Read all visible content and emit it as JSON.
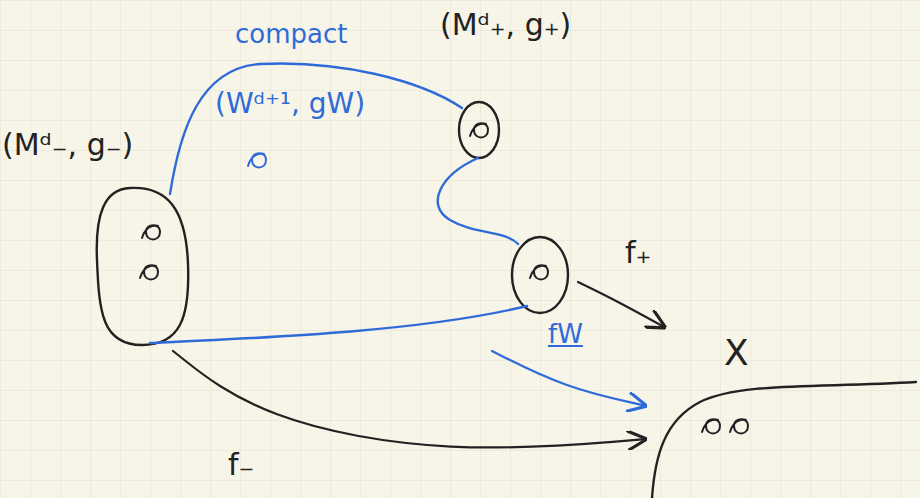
{
  "diagram": {
    "nodes": [
      {
        "text": [
          "(Mᵈ₋, g₋)"
        ]
      },
      {
        "text": [
          "(Mᵈ₊, g₊)"
        ]
      },
      {
        "text": [
          "compact",
          "(Wᵈ⁺¹, gW)"
        ]
      },
      {
        "text": [
          "X"
        ]
      }
    ],
    "edges": [
      {
        "from": 0,
        "to": 3,
        "arrow": "to",
        "label": "f₋"
      },
      {
        "from": 1,
        "to": 3,
        "arrow": "to",
        "label": "f₊"
      },
      {
        "from": 2,
        "to": 3,
        "arrow": "to",
        "label": "fW"
      }
    ]
  }
}
